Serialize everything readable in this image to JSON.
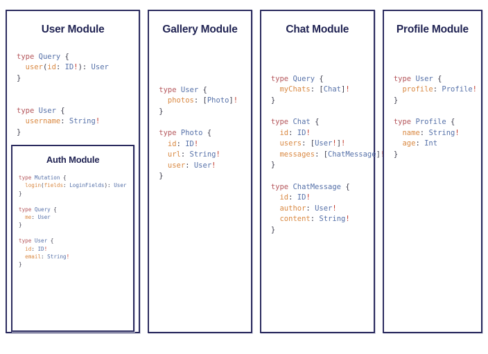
{
  "canvas": {
    "background": "#ffffff",
    "border_color": "#2a2a5e",
    "title_color": "#1f2252"
  },
  "syntax_colors": {
    "keyword": "#b4555a",
    "type_name": "#5570a8",
    "field_name": "#d98841",
    "non_null": "#c0392b",
    "punctuation": "#3a3a4a"
  },
  "modules": [
    {
      "id": "user",
      "title": "User Module",
      "code_lines": [
        [
          {
            "text": "type",
            "token": "keyword"
          },
          {
            "text": " ",
            "token": "punctuation"
          },
          {
            "text": "Query",
            "token": "type_name"
          },
          {
            "text": " {",
            "token": "punctuation"
          }
        ],
        [
          {
            "text": "  ",
            "token": "punctuation"
          },
          {
            "text": "user",
            "token": "field_name"
          },
          {
            "text": "(",
            "token": "punctuation"
          },
          {
            "text": "id",
            "token": "field_name"
          },
          {
            "text": ": ",
            "token": "punctuation"
          },
          {
            "text": "ID",
            "token": "type_name"
          },
          {
            "text": "!",
            "token": "non_null"
          },
          {
            "text": "): ",
            "token": "punctuation"
          },
          {
            "text": "User",
            "token": "type_name"
          }
        ],
        [
          {
            "text": "}",
            "token": "punctuation"
          }
        ],
        [],
        [],
        [
          {
            "text": "type",
            "token": "keyword"
          },
          {
            "text": " ",
            "token": "punctuation"
          },
          {
            "text": "User",
            "token": "type_name"
          },
          {
            "text": " {",
            "token": "punctuation"
          }
        ],
        [
          {
            "text": "  ",
            "token": "punctuation"
          },
          {
            "text": "username",
            "token": "field_name"
          },
          {
            "text": ": ",
            "token": "punctuation"
          },
          {
            "text": "String",
            "token": "type_name"
          },
          {
            "text": "!",
            "token": "non_null"
          }
        ],
        [
          {
            "text": "}",
            "token": "punctuation"
          }
        ]
      ],
      "subpanel": {
        "id": "auth",
        "title": "Auth Module",
        "code_lines": [
          [
            {
              "text": "type",
              "token": "keyword"
            },
            {
              "text": " ",
              "token": "punctuation"
            },
            {
              "text": "Mutation",
              "token": "type_name"
            },
            {
              "text": " {",
              "token": "punctuation"
            }
          ],
          [
            {
              "text": "  ",
              "token": "punctuation"
            },
            {
              "text": "login",
              "token": "field_name"
            },
            {
              "text": "(",
              "token": "punctuation"
            },
            {
              "text": "fields",
              "token": "field_name"
            },
            {
              "text": ": ",
              "token": "punctuation"
            },
            {
              "text": "LoginFields",
              "token": "type_name"
            },
            {
              "text": "): ",
              "token": "punctuation"
            },
            {
              "text": "User",
              "token": "type_name"
            }
          ],
          [
            {
              "text": "}",
              "token": "punctuation"
            }
          ],
          [],
          [
            {
              "text": "type",
              "token": "keyword"
            },
            {
              "text": " ",
              "token": "punctuation"
            },
            {
              "text": "Query",
              "token": "type_name"
            },
            {
              "text": " {",
              "token": "punctuation"
            }
          ],
          [
            {
              "text": "  ",
              "token": "punctuation"
            },
            {
              "text": "me",
              "token": "field_name"
            },
            {
              "text": ": ",
              "token": "punctuation"
            },
            {
              "text": "User",
              "token": "type_name"
            }
          ],
          [
            {
              "text": "}",
              "token": "punctuation"
            }
          ],
          [],
          [
            {
              "text": "type",
              "token": "keyword"
            },
            {
              "text": " ",
              "token": "punctuation"
            },
            {
              "text": "User",
              "token": "type_name"
            },
            {
              "text": " {",
              "token": "punctuation"
            }
          ],
          [
            {
              "text": "  ",
              "token": "punctuation"
            },
            {
              "text": "id",
              "token": "field_name"
            },
            {
              "text": ": ",
              "token": "punctuation"
            },
            {
              "text": "ID",
              "token": "type_name"
            },
            {
              "text": "!",
              "token": "non_null"
            }
          ],
          [
            {
              "text": "  ",
              "token": "punctuation"
            },
            {
              "text": "email",
              "token": "field_name"
            },
            {
              "text": ": ",
              "token": "punctuation"
            },
            {
              "text": "String",
              "token": "type_name"
            },
            {
              "text": "!",
              "token": "non_null"
            }
          ],
          [
            {
              "text": "}",
              "token": "punctuation"
            }
          ]
        ]
      }
    },
    {
      "id": "gallery",
      "title": "Gallery Module",
      "code_lines": [
        [
          {
            "text": "type",
            "token": "keyword"
          },
          {
            "text": " ",
            "token": "punctuation"
          },
          {
            "text": "User",
            "token": "type_name"
          },
          {
            "text": " {",
            "token": "punctuation"
          }
        ],
        [
          {
            "text": "  ",
            "token": "punctuation"
          },
          {
            "text": "photos",
            "token": "field_name"
          },
          {
            "text": ": [",
            "token": "punctuation"
          },
          {
            "text": "Photo",
            "token": "type_name"
          },
          {
            "text": "]",
            "token": "punctuation"
          },
          {
            "text": "!",
            "token": "non_null"
          }
        ],
        [
          {
            "text": "}",
            "token": "punctuation"
          }
        ],
        [],
        [
          {
            "text": "type",
            "token": "keyword"
          },
          {
            "text": " ",
            "token": "punctuation"
          },
          {
            "text": "Photo",
            "token": "type_name"
          },
          {
            "text": " {",
            "token": "punctuation"
          }
        ],
        [
          {
            "text": "  ",
            "token": "punctuation"
          },
          {
            "text": "id",
            "token": "field_name"
          },
          {
            "text": ": ",
            "token": "punctuation"
          },
          {
            "text": "ID",
            "token": "type_name"
          },
          {
            "text": "!",
            "token": "non_null"
          }
        ],
        [
          {
            "text": "  ",
            "token": "punctuation"
          },
          {
            "text": "url",
            "token": "field_name"
          },
          {
            "text": ": ",
            "token": "punctuation"
          },
          {
            "text": "String",
            "token": "type_name"
          },
          {
            "text": "!",
            "token": "non_null"
          }
        ],
        [
          {
            "text": "  ",
            "token": "punctuation"
          },
          {
            "text": "user",
            "token": "field_name"
          },
          {
            "text": ": ",
            "token": "punctuation"
          },
          {
            "text": "User",
            "token": "type_name"
          },
          {
            "text": "!",
            "token": "non_null"
          }
        ],
        [
          {
            "text": "}",
            "token": "punctuation"
          }
        ]
      ],
      "subpanel": null
    },
    {
      "id": "chat",
      "title": "Chat Module",
      "code_lines": [
        [
          {
            "text": "type",
            "token": "keyword"
          },
          {
            "text": " ",
            "token": "punctuation"
          },
          {
            "text": "Query",
            "token": "type_name"
          },
          {
            "text": " {",
            "token": "punctuation"
          }
        ],
        [
          {
            "text": "  ",
            "token": "punctuation"
          },
          {
            "text": "myChats",
            "token": "field_name"
          },
          {
            "text": ": [",
            "token": "punctuation"
          },
          {
            "text": "Chat",
            "token": "type_name"
          },
          {
            "text": "]",
            "token": "punctuation"
          },
          {
            "text": "!",
            "token": "non_null"
          }
        ],
        [
          {
            "text": "}",
            "token": "punctuation"
          }
        ],
        [],
        [
          {
            "text": "type",
            "token": "keyword"
          },
          {
            "text": " ",
            "token": "punctuation"
          },
          {
            "text": "Chat",
            "token": "type_name"
          },
          {
            "text": " {",
            "token": "punctuation"
          }
        ],
        [
          {
            "text": "  ",
            "token": "punctuation"
          },
          {
            "text": "id",
            "token": "field_name"
          },
          {
            "text": ": ",
            "token": "punctuation"
          },
          {
            "text": "ID",
            "token": "type_name"
          },
          {
            "text": "!",
            "token": "non_null"
          }
        ],
        [
          {
            "text": "  ",
            "token": "punctuation"
          },
          {
            "text": "users",
            "token": "field_name"
          },
          {
            "text": ": [",
            "token": "punctuation"
          },
          {
            "text": "User",
            "token": "type_name"
          },
          {
            "text": "!",
            "token": "non_null"
          },
          {
            "text": "]",
            "token": "punctuation"
          },
          {
            "text": "!",
            "token": "non_null"
          }
        ],
        [
          {
            "text": "  ",
            "token": "punctuation"
          },
          {
            "text": "messages",
            "token": "field_name"
          },
          {
            "text": ": [",
            "token": "punctuation"
          },
          {
            "text": "ChatMessage",
            "token": "type_name"
          },
          {
            "text": "]",
            "token": "punctuation"
          },
          {
            "text": "!",
            "token": "non_null"
          }
        ],
        [
          {
            "text": "}",
            "token": "punctuation"
          }
        ],
        [],
        [
          {
            "text": "type",
            "token": "keyword"
          },
          {
            "text": " ",
            "token": "punctuation"
          },
          {
            "text": "ChatMessage",
            "token": "type_name"
          },
          {
            "text": " {",
            "token": "punctuation"
          }
        ],
        [
          {
            "text": "  ",
            "token": "punctuation"
          },
          {
            "text": "id",
            "token": "field_name"
          },
          {
            "text": ": ",
            "token": "punctuation"
          },
          {
            "text": "ID",
            "token": "type_name"
          },
          {
            "text": "!",
            "token": "non_null"
          }
        ],
        [
          {
            "text": "  ",
            "token": "punctuation"
          },
          {
            "text": "author",
            "token": "field_name"
          },
          {
            "text": ": ",
            "token": "punctuation"
          },
          {
            "text": "User",
            "token": "type_name"
          },
          {
            "text": "!",
            "token": "non_null"
          }
        ],
        [
          {
            "text": "  ",
            "token": "punctuation"
          },
          {
            "text": "content",
            "token": "field_name"
          },
          {
            "text": ": ",
            "token": "punctuation"
          },
          {
            "text": "String",
            "token": "type_name"
          },
          {
            "text": "!",
            "token": "non_null"
          }
        ],
        [
          {
            "text": "}",
            "token": "punctuation"
          }
        ]
      ],
      "subpanel": null
    },
    {
      "id": "profile",
      "title": "Profile Module",
      "code_lines": [
        [
          {
            "text": "type",
            "token": "keyword"
          },
          {
            "text": " ",
            "token": "punctuation"
          },
          {
            "text": "User",
            "token": "type_name"
          },
          {
            "text": " {",
            "token": "punctuation"
          }
        ],
        [
          {
            "text": "  ",
            "token": "punctuation"
          },
          {
            "text": "profile",
            "token": "field_name"
          },
          {
            "text": ": ",
            "token": "punctuation"
          },
          {
            "text": "Profile",
            "token": "type_name"
          },
          {
            "text": "!",
            "token": "non_null"
          }
        ],
        [
          {
            "text": "}",
            "token": "punctuation"
          }
        ],
        [],
        [
          {
            "text": "type",
            "token": "keyword"
          },
          {
            "text": " ",
            "token": "punctuation"
          },
          {
            "text": "Profile",
            "token": "type_name"
          },
          {
            "text": " {",
            "token": "punctuation"
          }
        ],
        [
          {
            "text": "  ",
            "token": "punctuation"
          },
          {
            "text": "name",
            "token": "field_name"
          },
          {
            "text": ": ",
            "token": "punctuation"
          },
          {
            "text": "String",
            "token": "type_name"
          },
          {
            "text": "!",
            "token": "non_null"
          }
        ],
        [
          {
            "text": "  ",
            "token": "punctuation"
          },
          {
            "text": "age",
            "token": "field_name"
          },
          {
            "text": ": ",
            "token": "punctuation"
          },
          {
            "text": "Int",
            "token": "type_name"
          }
        ],
        [
          {
            "text": "}",
            "token": "punctuation"
          }
        ]
      ],
      "subpanel": null
    }
  ]
}
